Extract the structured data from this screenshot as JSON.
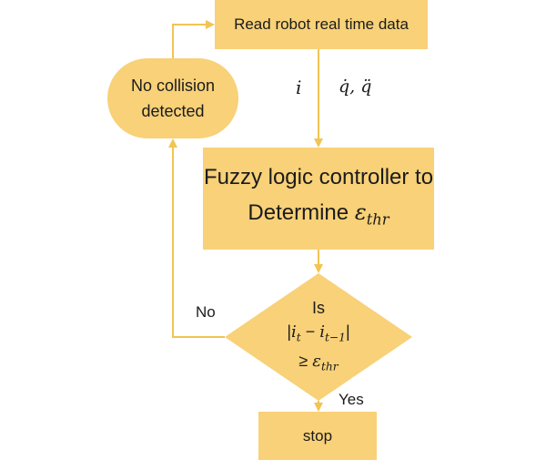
{
  "colors": {
    "node_fill": "#f8d178",
    "edge": "#f2c453",
    "text": "#1b1b1b"
  },
  "nodes": {
    "read": {
      "label": "Read robot real time data"
    },
    "no_collision": {
      "line1": "No collision",
      "line2": "detected"
    },
    "fuzzy": {
      "line1": "Fuzzy logic controller to",
      "line2_prefix": "Determine",
      "symbol": "ε",
      "symbol_sub": "thr"
    },
    "decision": {
      "line1": "Is",
      "abs_open": "|",
      "i": "i",
      "i_sub_t": "t",
      "minus": " − ",
      "i_sub_t1": "t−1",
      "abs_close": "|",
      "geq": "≥ ",
      "eps": "ε",
      "eps_sub": "thr"
    },
    "stop": {
      "label": "stop"
    }
  },
  "edge_labels": {
    "i": "i",
    "qdot": "q̇, q̈",
    "no": "No",
    "yes": "Yes"
  }
}
